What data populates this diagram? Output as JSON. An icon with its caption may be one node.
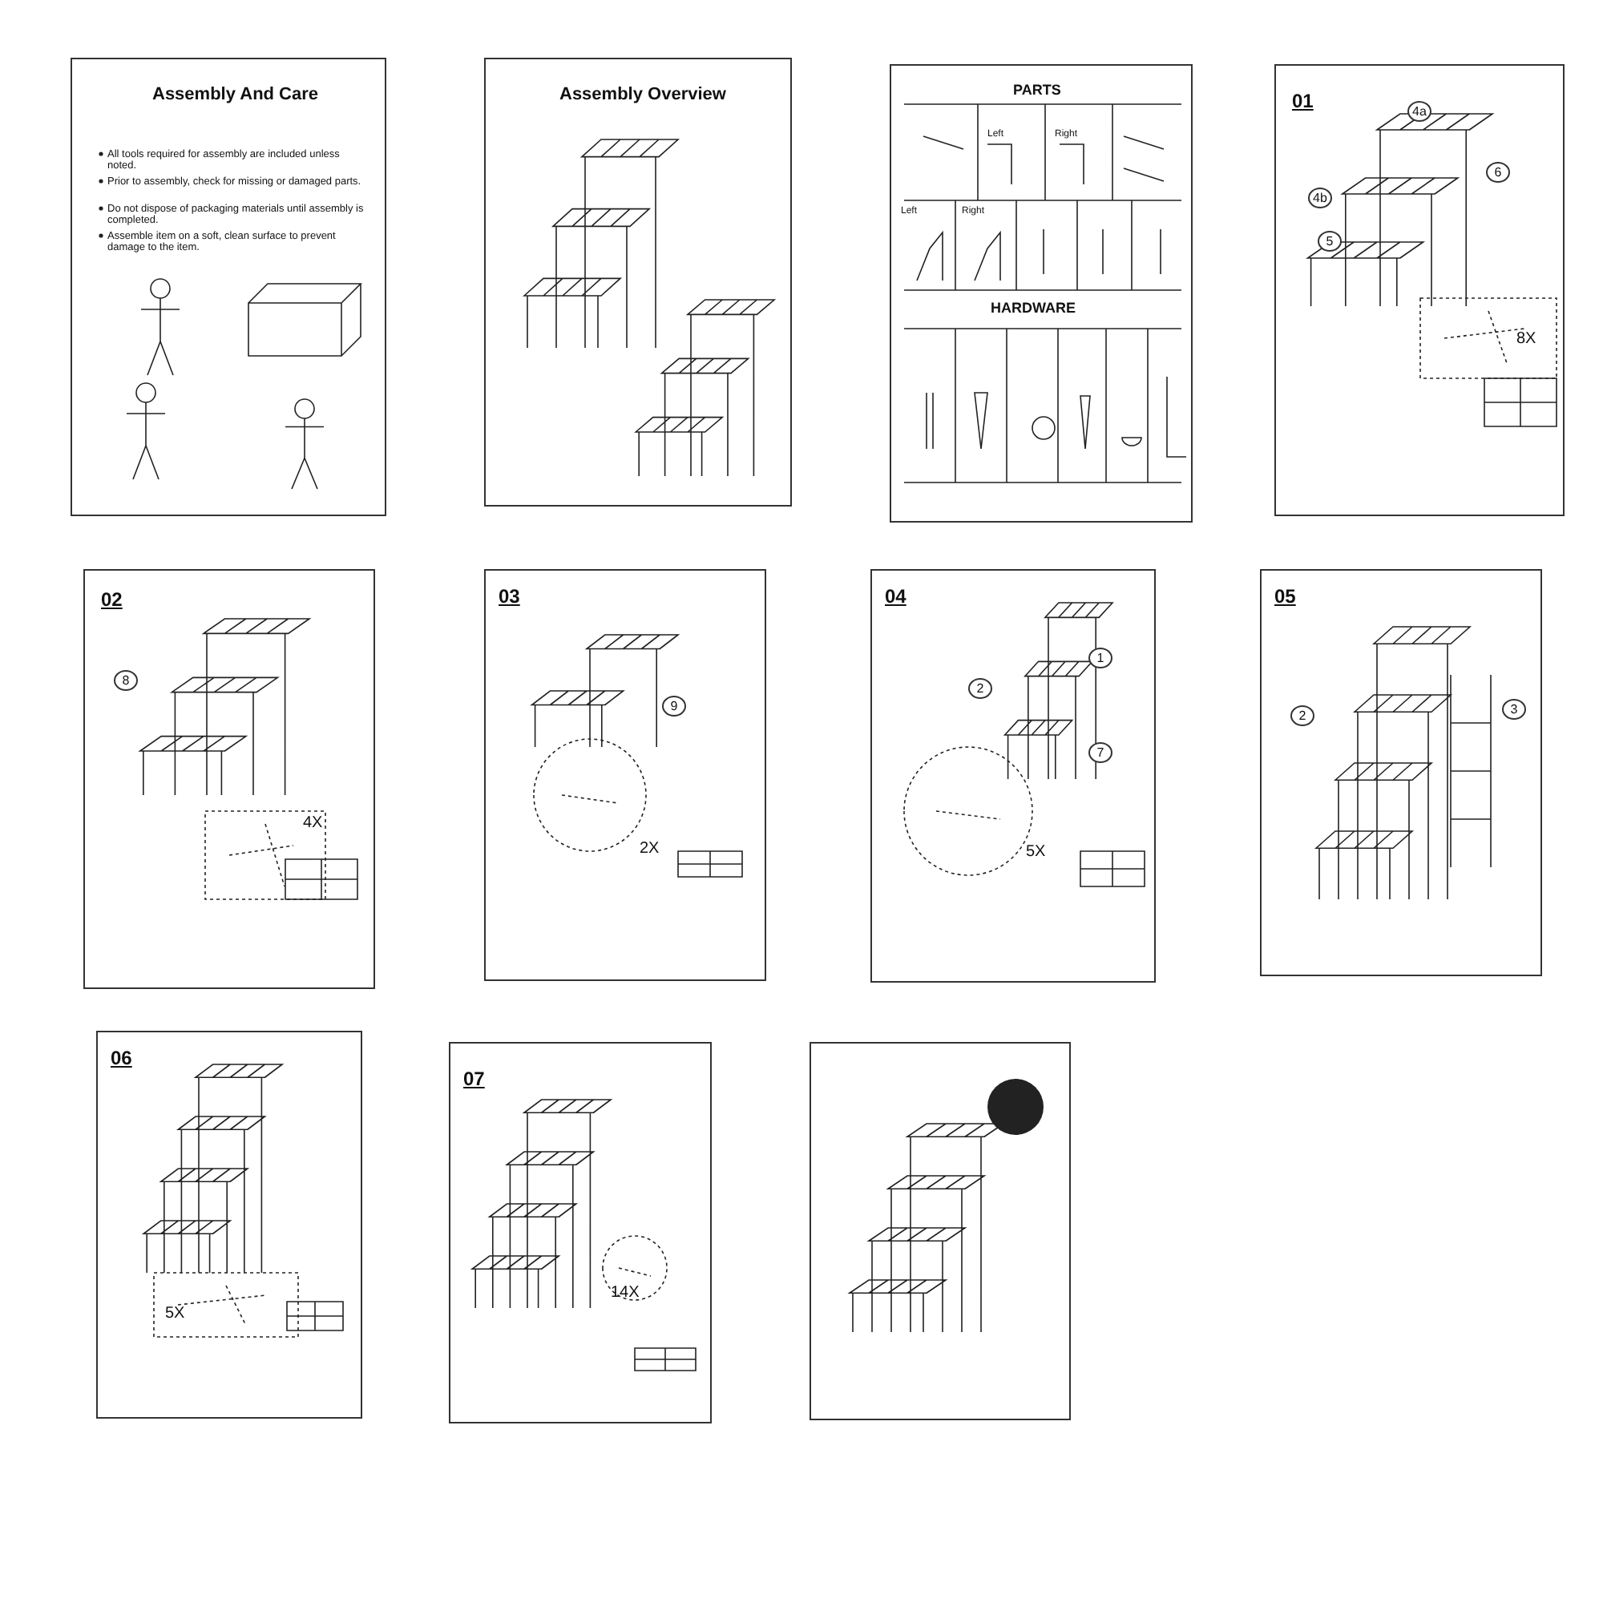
{
  "diagram": {
    "nodes": [
      {
        "text": [
          "Assembly And Care",
          "All tools required for assembly are included unless noted.",
          "Prior to assembly, check for missing or damaged parts.",
          "Do not dispose of packaging materials until assembly is completed.",
          "Assemble item on a soft, clean surface to prevent damage to the item."
        ]
      },
      {
        "text": [
          "Assembly Overview"
        ]
      },
      {
        "text": [
          "PARTS",
          "Left",
          "Right",
          "Left",
          "Right",
          "HARDWARE"
        ]
      },
      {
        "text": [
          "01",
          "4a",
          "6",
          "4b",
          "5",
          "8X"
        ]
      },
      {
        "text": [
          "02",
          "8",
          "4X"
        ]
      },
      {
        "text": [
          "03",
          "9",
          "2X"
        ]
      },
      {
        "text": [
          "04",
          "1",
          "2",
          "7",
          "5X"
        ]
      },
      {
        "text": [
          "05",
          "2",
          "3"
        ]
      },
      {
        "text": [
          "06",
          "5X"
        ]
      },
      {
        "text": [
          "07",
          "14X"
        ]
      },
      {
        "text": [],
        "shape": "box"
      }
    ]
  }
}
